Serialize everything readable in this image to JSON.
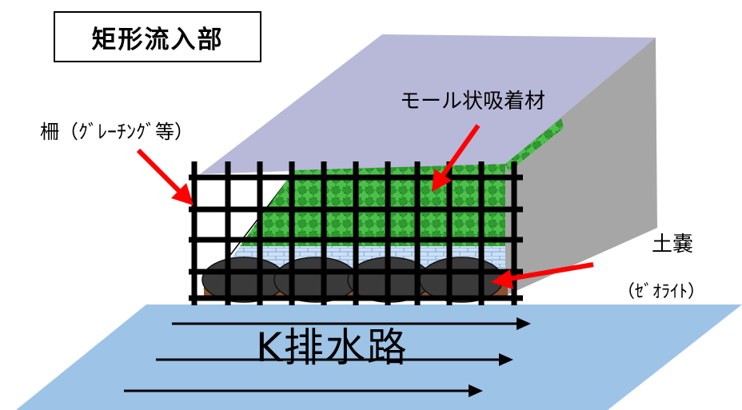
{
  "title": "矩形流入部",
  "labels": {
    "mole_adsorbent": "モール状吸着材",
    "fence": "柵（ｸﾞﾚｰﾁﾝｸﾞ等）",
    "sandbag": "土嚢",
    "zeolite": "（ｾﾞｵﾗｲﾄ）",
    "channel": "K排水路"
  },
  "colors": {
    "box_top": "#b8b8d8",
    "box_side": "#a6a6a6",
    "water": "#9dc3e6",
    "adsorbent": "#3aa83a",
    "sandbag": "#3a3a3a",
    "pointer_arrow": "#ff0000",
    "flow_arrow": "#000000",
    "grating": "#000000"
  },
  "icons": [
    "red-pointer-arrow",
    "flow-arrow"
  ]
}
